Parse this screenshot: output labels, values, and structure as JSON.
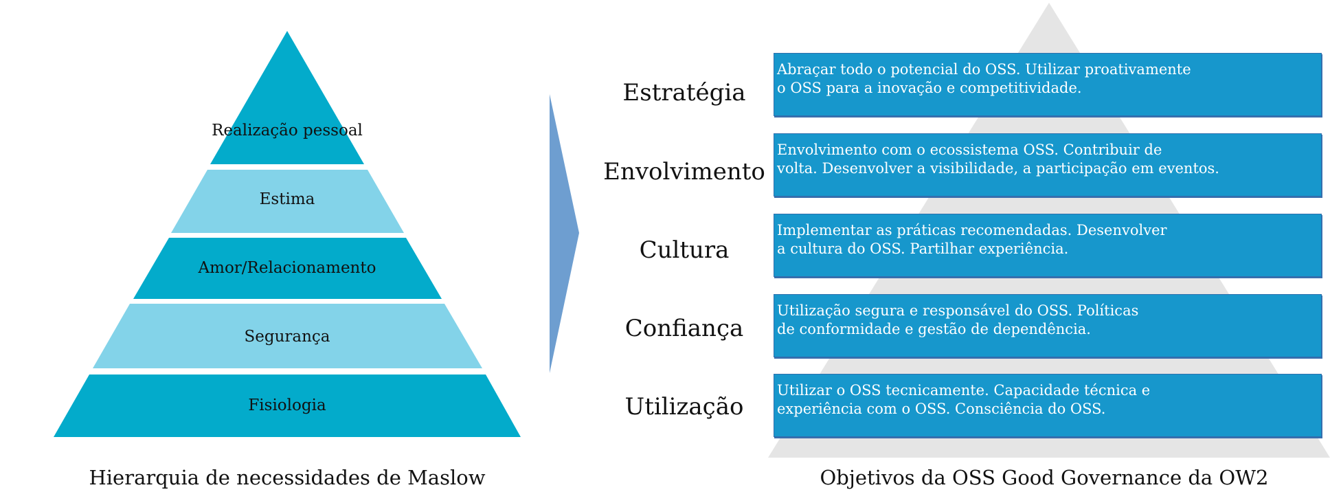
{
  "colors": {
    "maslow_dark": "#03abcb",
    "maslow_light": "#83d3e9",
    "arrow": "#6e9ed0",
    "grey_pyramid": "#e5e5e5",
    "goal_box": "#1797cc",
    "goal_box_border": "#2f6fad",
    "goal_text": "#ffffff"
  },
  "maslow": {
    "caption": "Hierarquia de necessidades de Maslow",
    "bands": [
      {
        "label": "Realização pessoal",
        "shade": "dark"
      },
      {
        "label": "Estima",
        "shade": "light"
      },
      {
        "label": "Amor/Relacionamento",
        "shade": "dark"
      },
      {
        "label": "Segurança",
        "shade": "light"
      },
      {
        "label": "Fisiologia",
        "shade": "dark"
      }
    ]
  },
  "ow2": {
    "caption": "Objetivos da OSS Good Governance da OW2",
    "levels": [
      {
        "name": "Estratégia",
        "description": "Abraçar todo o potencial do OSS. Utilizar proativamente\no OSS para a inovação e competitividade."
      },
      {
        "name": "Envolvimento",
        "description": "Envolvimento com o ecossistema OSS. Contribuir de\nvolta. Desenvolver a visibilidade, a participação em eventos."
      },
      {
        "name": "Cultura",
        "description": "Implementar as práticas recomendadas. Desenvolver\na cultura do OSS. Partilhar experiência."
      },
      {
        "name": "Confiança",
        "description": "Utilização segura e responsável do OSS. Políticas\nde conformidade e gestão de dependência."
      },
      {
        "name": "Utilização",
        "description": "Utilizar o OSS tecnicamente. Capacidade técnica e\nexperiência com o OSS. Consciência do OSS."
      }
    ]
  },
  "icons": {
    "arrow": "chevron-right-arrow-icon"
  }
}
